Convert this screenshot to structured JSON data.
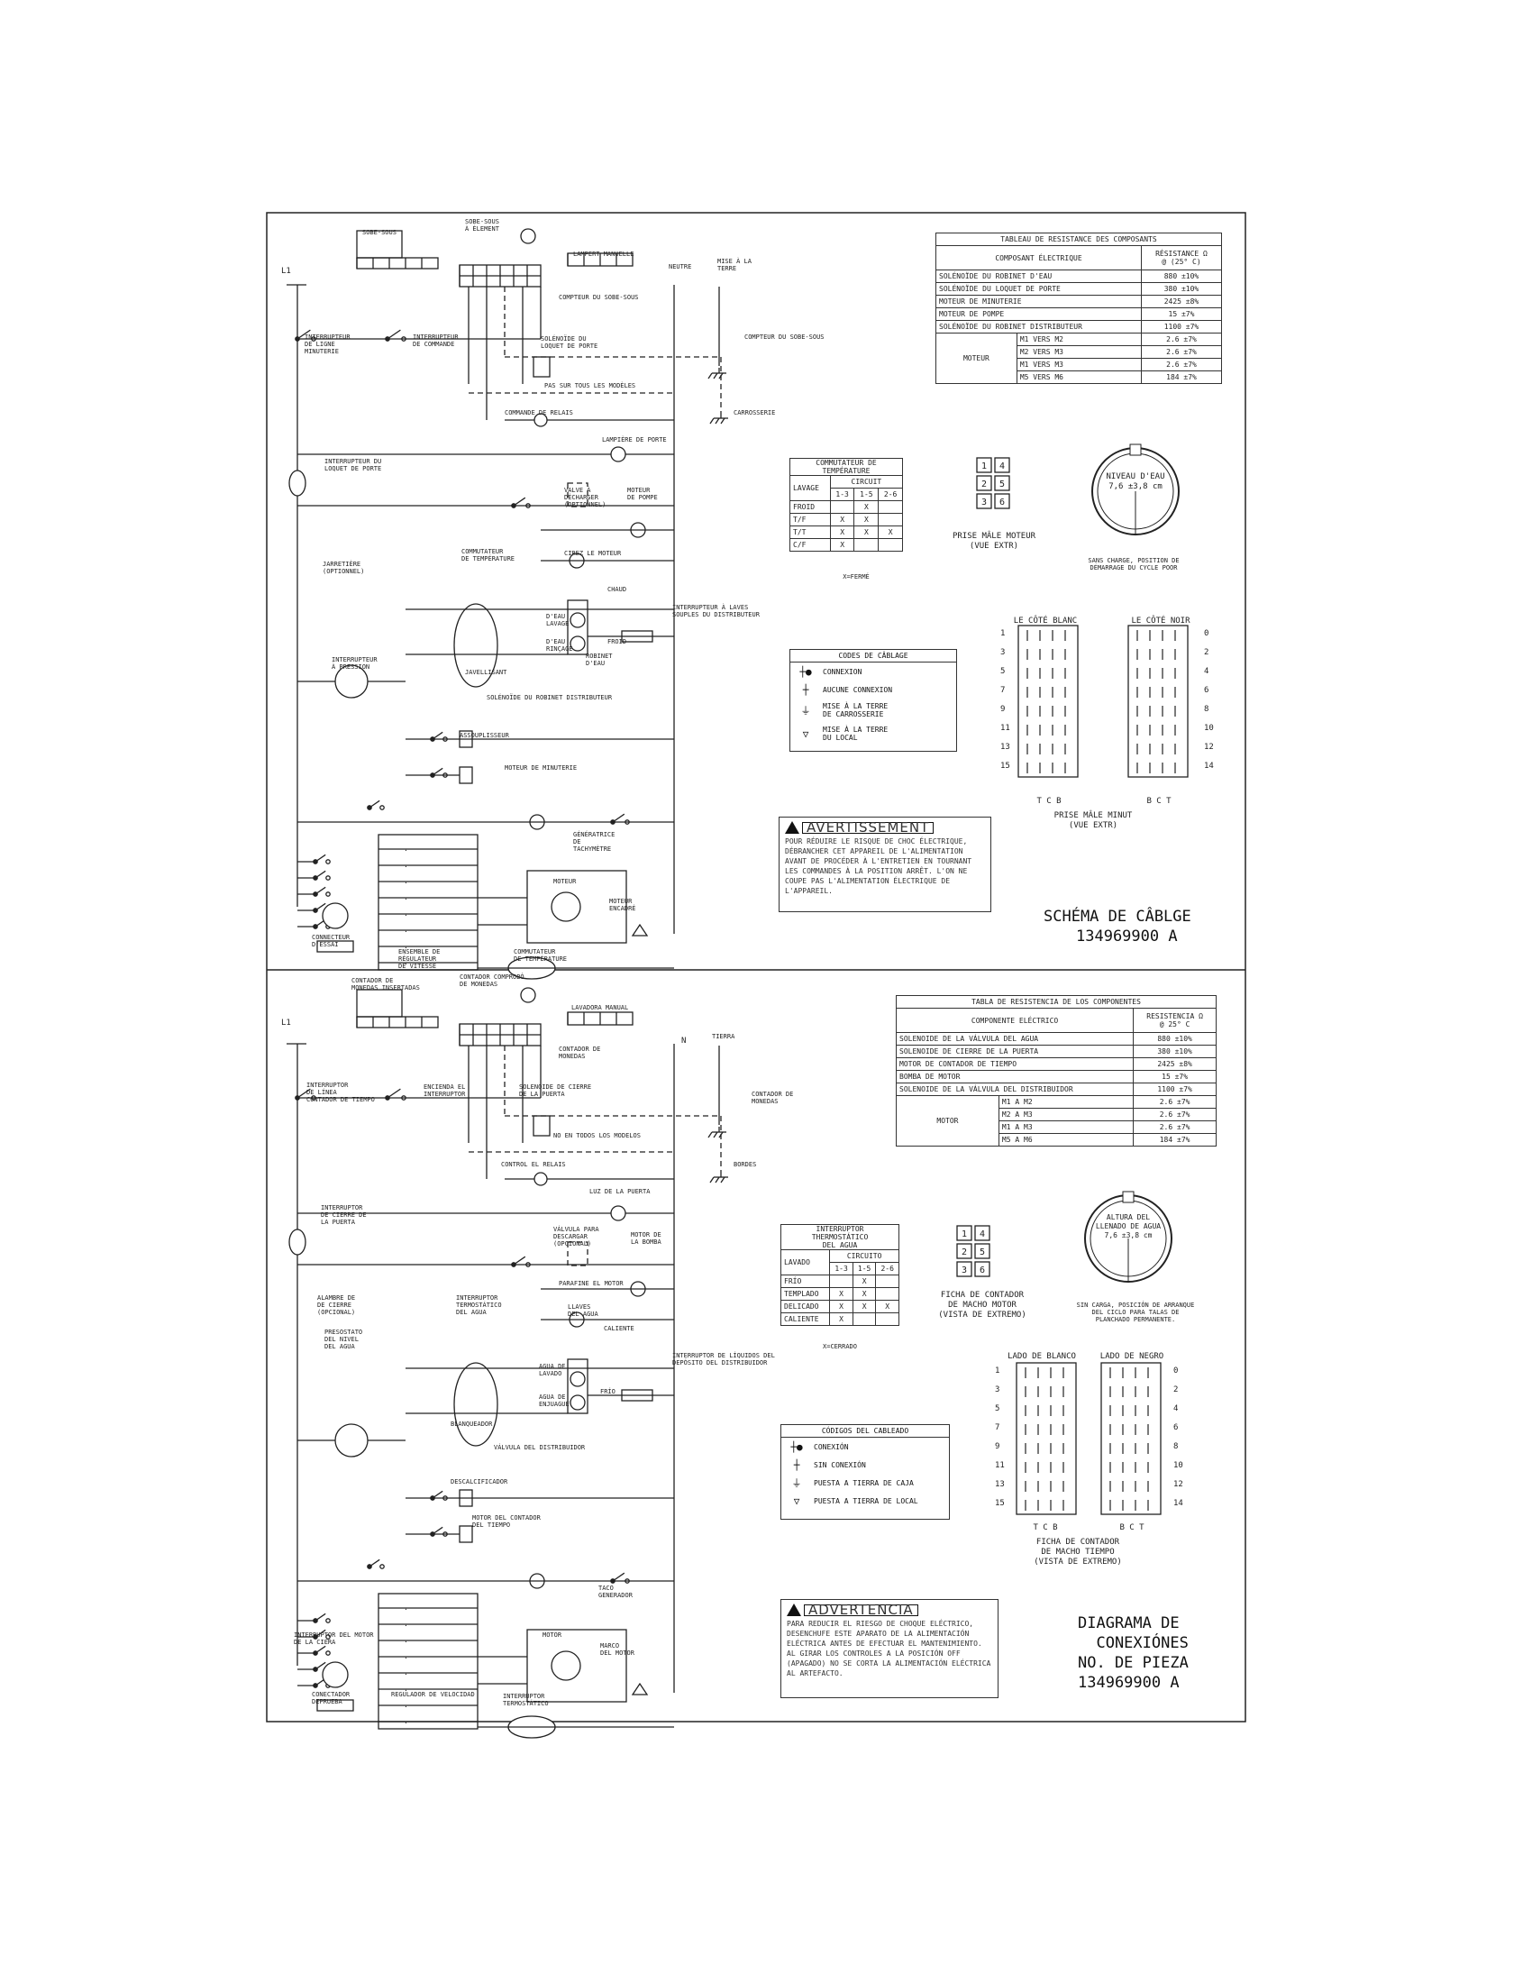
{
  "top": {
    "component_table": {
      "title": "TABLEAU DE RESISTANCE DES COMPOSANTS",
      "col1": "COMPOSANT ÉLECTRIQUE",
      "col2": "RÉSISTANCE Ω\n@ (25° C)",
      "rows": [
        {
          "name": "SOLÉNOÏDE DU ROBINET D'EAU",
          "value": "880 ±10%"
        },
        {
          "name": "SOLÉNOÏDE DU LOQUET DE PORTE",
          "value": "380 ±10%"
        },
        {
          "name": "MOTEUR DE MINUTERIE",
          "value": "2425 ±8%"
        },
        {
          "name": "MOTEUR DE POMPE",
          "value": "15 ±7%"
        },
        {
          "name": "SOLÉNOÏDE DU ROBINET DISTRIBUTEUR",
          "value": "1100 ±7%"
        }
      ],
      "motor_label": "MOTEUR",
      "motor_rows": [
        {
          "pair": "M1 VERS M2",
          "value": "2.6 ±7%"
        },
        {
          "pair": "M2 VERS M3",
          "value": "2.6 ±7%"
        },
        {
          "pair": "M1 VERS M3",
          "value": "2.6 ±7%"
        },
        {
          "pair": "M5 VERS M6",
          "value": "184 ±7%"
        }
      ]
    },
    "temp_switch": {
      "title": "COMMUTATEUR DE TEMPÉRATURE",
      "circuit": "CIRCUIT",
      "wash": "LAVAGE",
      "cols": [
        "1-3",
        "1-5",
        "2-6"
      ],
      "rows": [
        {
          "label": "FROID",
          "marks": [
            "",
            "X",
            ""
          ]
        },
        {
          "label": "T/F",
          "marks": [
            "X",
            "X",
            ""
          ]
        },
        {
          "label": "T/T",
          "marks": [
            "X",
            "X",
            "X"
          ]
        },
        {
          "label": "C/F",
          "marks": [
            "X",
            "",
            ""
          ]
        }
      ],
      "note": "X=FERMÉ"
    },
    "motor_plug": {
      "pins": [
        "1",
        "4",
        "2",
        "5",
        "3",
        "6"
      ],
      "caption": "PRISE MÂLE MOTEUR\n(VUE EXTR)"
    },
    "water_level": {
      "inner": "NIVEAU D'EAU\n7,6 ±3,8 cm",
      "caption": "SANS CHARGE, POSITION DE\nDÉMARRAGE DU CYCLE POOR"
    },
    "wiring_codes": {
      "title": "CODES DE CÂBLAGE",
      "items": [
        {
          "symbol": "┼●",
          "label": "CONNEXION"
        },
        {
          "symbol": "┼",
          "label": "AUCUNE CONNEXION"
        },
        {
          "symbol": "⏚",
          "label": "MISE À LA TERRE\nDE CARROSSERIE"
        },
        {
          "symbol": "▽",
          "label": "MISE À LA TERRE\nDU LOCAL"
        }
      ]
    },
    "timer_plug": {
      "left_title": "LE CÔTÉ BLANC",
      "right_title": "LE CÔTÉ NOIR",
      "left_nums": [
        "1",
        "3",
        "5",
        "7",
        "9",
        "11",
        "13",
        "15"
      ],
      "right_nums": [
        "0",
        "2",
        "4",
        "6",
        "8",
        "10",
        "12",
        "14"
      ],
      "bottom_left": "T  C  B",
      "bottom_right": "B  C  T",
      "caption": "PRISE MÂLE MINUT\n(VUE EXTR)"
    },
    "warning": {
      "word": "AVERTISSEMENT",
      "text": "POUR RÉDUIRE LE RISQUE DE CHOC ÉLECTRIQUE, DÉBRANCHER CET APPAREIL DE L'ALIMENTATION AVANT DE PROCÉDER À L'ENTRETIEN EN TOURNANT LES COMMANDES À LA POSITION ARRÊT. L'ON NE COUPE PAS L'ALIMENTATION ÉLECTRIQUE DE L'APPAREIL."
    },
    "title": "SCHÉMA DE CÂBLGE",
    "part": "134969900 A",
    "labels": {
      "l1": "L1",
      "neutre": "NEUTRE",
      "terre": "MISE À LA\nTERRE",
      "sous_sous": "SOBE-SOUS",
      "sobe_sous_aliment": "SOBE-SOUS\nÀ ÉLEMENT",
      "lampe": "LAMPERT MANUELLE",
      "compteur": "COMPTEUR DU SOBE-SOUS",
      "int_ligne": "INTERRUPTEUR\nDE LIGNE\nMINUTERIE",
      "int_commande": "INTERRUPTEUR\nDE COMMANDE",
      "sol_loquet": "SOLÉNOÏDE DU\nLOQUET DE PORTE",
      "pas_tous": "PAS SUR TOUS LES MODÈLES",
      "commande_relais": "COMMANDE DE RELAIS",
      "carrosserie": "CARROSSERIE",
      "lampe_porte": "LAMPIÈRE DE PORTE",
      "int_loquet": "INTERRUPTEUR DU\nLOQUET DE PORTE",
      "valve": "VALVE À\nDÉCHARGER\n(OPTIONNEL)",
      "moteur_pompe": "MOTEUR\nDE POMPE",
      "cirez": "CIREZ LE MOTEUR",
      "jarretiere": "JARRETIÈRE\n(OPTIONNEL)",
      "commutateur_temp": "COMMUTATEUR\nDE TEMPÉRATURE",
      "deau_lavage": "D'EAU\nLAVAGE",
      "deau_rincage": "D'EAU\nRINÇAGE",
      "robinet_eau": "ROBINET\nD'EAU",
      "chaud": "CHAUD",
      "froid": "FROID",
      "int_laves": "INTERRUPTEUR À LAVES\nSOUPLES DU DISTRIBUTEUR",
      "int_pression": "INTERRUPTEUR\nÀ PRESSION",
      "javellisant": "JAVELLISANT",
      "sol_distrib": "SOLÉNOÏDE DU ROBINET DISTRIBUTEUR",
      "assouplisseur": "ASSOUPLISSEUR",
      "moteur_minuterie": "MOTEUR DE MINUTERIE",
      "generatrice": "GÉNÉRATRICE\nDE\nTACHYMÈTRE",
      "moteur": "MOTEUR",
      "moteur_encadre": "MOTEUR\nENCADRÉ",
      "connecteur": "CONNECTEUR\nD'ESSAI",
      "ensemble": "ENSEMBLE DE\nRÉGULATEUR\nDE VITESSE",
      "commutateur_temp2": "COMMUTATEUR\nDE TEMPÉRATURE"
    }
  },
  "bottom": {
    "component_table": {
      "title": "TABLA DE RESISTENCIA DE LOS COMPONENTES",
      "col1": "COMPONENTE ELÉCTRICO",
      "col2": "RESISTENCIA Ω\n@ 25° C",
      "rows": [
        {
          "name": "SOLENOIDE DE LA VÁLVULA DEL AGUA",
          "value": "880 ±10%"
        },
        {
          "name": "SOLENOIDE DE CIERRE DE LA PUERTA",
          "value": "380 ±10%"
        },
        {
          "name": "MOTOR DE CONTADOR DE TIEMPO",
          "value": "2425 ±8%"
        },
        {
          "name": "BOMBA DE MOTOR",
          "value": "15 ±7%"
        },
        {
          "name": "SOLENOIDE DE LA VÁLVULA DEL DISTRIBUIDOR",
          "value": "1100 ±7%"
        }
      ],
      "motor_label": "MOTOR",
      "motor_rows": [
        {
          "pair": "M1 A M2",
          "value": "2.6 ±7%"
        },
        {
          "pair": "M2 A M3",
          "value": "2.6 ±7%"
        },
        {
          "pair": "M1 A M3",
          "value": "2.6 ±7%"
        },
        {
          "pair": "M5 A M6",
          "value": "184 ±7%"
        }
      ]
    },
    "temp_switch": {
      "title": "INTERRUPTOR\nTHERMOSTÁTICO\nDEL AGUA",
      "circuit": "CIRCUITO",
      "wash": "LAVADO",
      "cols": [
        "1-3",
        "1-5",
        "2-6"
      ],
      "rows": [
        {
          "label": "FRÍO",
          "marks": [
            "",
            "X",
            ""
          ]
        },
        {
          "label": "TEMPLADO",
          "marks": [
            "X",
            "X",
            ""
          ]
        },
        {
          "label": "DELICADO",
          "marks": [
            "X",
            "X",
            "X"
          ]
        },
        {
          "label": "CALIENTE",
          "marks": [
            "X",
            "",
            ""
          ]
        }
      ],
      "note": "X=CERRADO"
    },
    "motor_plug": {
      "pins": [
        "1",
        "4",
        "2",
        "5",
        "3",
        "6"
      ],
      "caption": "FICHA DE CONTADOR\nDE MACHO MOTOR\n(VISTA DE EXTREMO)"
    },
    "water_level": {
      "inner": "ALTURA DEL\nLLENADO DE AGUA\n7,6 ±3,8 cm",
      "caption": "SIN CARGA, POSICIÓN DE ARRANQUE\nDEL CICLO PARA TALAS DE\nPLANCHADO PERMANENTE."
    },
    "wiring_codes": {
      "title": "CÓDIGOS DEL CABLEADO",
      "items": [
        {
          "symbol": "┼●",
          "label": "CONEXIÓN"
        },
        {
          "symbol": "┼",
          "label": "SIN CONEXIÓN"
        },
        {
          "symbol": "⏚",
          "label": "PUESTA A TIERRA DE CAJA"
        },
        {
          "symbol": "▽",
          "label": "PUESTA A TIERRA DE LOCAL"
        }
      ]
    },
    "timer_plug": {
      "left_title": "LADO DE BLANCO",
      "right_title": "LADO DE NEGRO",
      "left_nums": [
        "1",
        "3",
        "5",
        "7",
        "9",
        "11",
        "13",
        "15"
      ],
      "right_nums": [
        "0",
        "2",
        "4",
        "6",
        "8",
        "10",
        "12",
        "14"
      ],
      "bottom_left": "T  C  B",
      "bottom_right": "B  C  T",
      "caption": "FICHA DE CONTADOR\nDE MACHO TIEMPO\n(VISTA DE EXTREMO)"
    },
    "warning": {
      "word": "ADVERTENCIA",
      "text": "PARA REDUCIR EL RIESGO DE CHOQUE ELÉCTRICO, DESENCHUFE ESTE APARATO DE LA ALIMENTACIÓN ELÉCTRICA ANTES DE EFECTUAR EL MANTENIMIENTO. AL GIRAR LOS CONTROLES A LA POSICIÓN OFF (APAGADO) NO SE CORTA LA ALIMENTACIÓN ELÉCTRICA AL ARTEFACTO."
    },
    "title": "DIAGRAMA DE\n  CONEXIÓNES\nNO. DE PIEZA",
    "part": "134969900 A",
    "labels": {
      "l1": "L1",
      "n": "N",
      "tierra": "TIERRA",
      "contador_monedas": "CONTADOR DE\nMONEDAS INSERTADAS",
      "contador_comprobo": "CONTADOR COMPROBÓ\nDE MONEDAS",
      "lavadora": "LAVADORA MANUAL",
      "contador_monedas2": "CONTADOR DE\nMONEDAS",
      "int_linea": "INTERRUPTOR\nDE LÍNEA\nCONTADOR DE TIEMPO",
      "encienda": "ENCIENDA EL\nINTERRUPTOR",
      "sol_cierre": "SOLENOIDE DE CIERRE\nDE LA PUERTA",
      "no_todos": "NO EN TODOS LOS MODELOS",
      "control_relais": "CONTROL EL RELAIS",
      "bordes": "BORDES",
      "luz_puerta": "LUZ DE LA PUERTA",
      "int_cierre": "INTERRUPTOR\nDE CIERRE DE\nLA PUERTA",
      "valvula_descargar": "VÁLVULA PARA\nDESCARGAR\n(OPCIONAL)",
      "motor_bomba": "MOTOR DE\nLA BOMBA",
      "paratope": "PARAFINE EL MOTOR",
      "alambre": "ALAMBRE DE\nDE CIERRE\n(OPCIONAL)",
      "int_thermo": "INTERRUPTOR\nTERMOSTÁTICO\nDEL AGUA",
      "llaves": "LLAVES\nDEL AGUA",
      "caliente": "CALIENTE",
      "frio": "FRÍO",
      "agua_lavado": "AGUA DE\nLAVADO",
      "agua_enjuague": "AGUA DE\nENJUAGUE",
      "int_ligeros": "INTERRUPTOR DE LÍQUIDOS DEL\nDEPÓSITO DEL DISTRIBUIDOR",
      "presostato": "PRESOSTATO\nDEL NIVEL\nDEL AGUA",
      "blanqueador": "BLANQUEADOR",
      "valvula_distrib": "VÁLVULA DEL DISTRIBUIDOR",
      "descalcificador": "DESCALCIFICADOR",
      "motor_contador": "MOTOR DEL CONTADOR\nDEL TIEMPO",
      "taco": "TACO\nGENERADOR",
      "motor": "MOTOR",
      "marco": "MARCO\nDEL MOTOR",
      "int_motor": "INTERRUPTOR DEL MOTOR\nDE LA CIERA",
      "conectador": "CONECTADOR\nDEPRUEBA",
      "regulador": "REGULADOR DE VELOCIDAD",
      "int_thermo2": "INTERRUPTOR\nTERMOSTÁTICO"
    }
  },
  "colors": {
    "ink": "#111111",
    "paper": "#ffffff",
    "line": "#222222"
  }
}
